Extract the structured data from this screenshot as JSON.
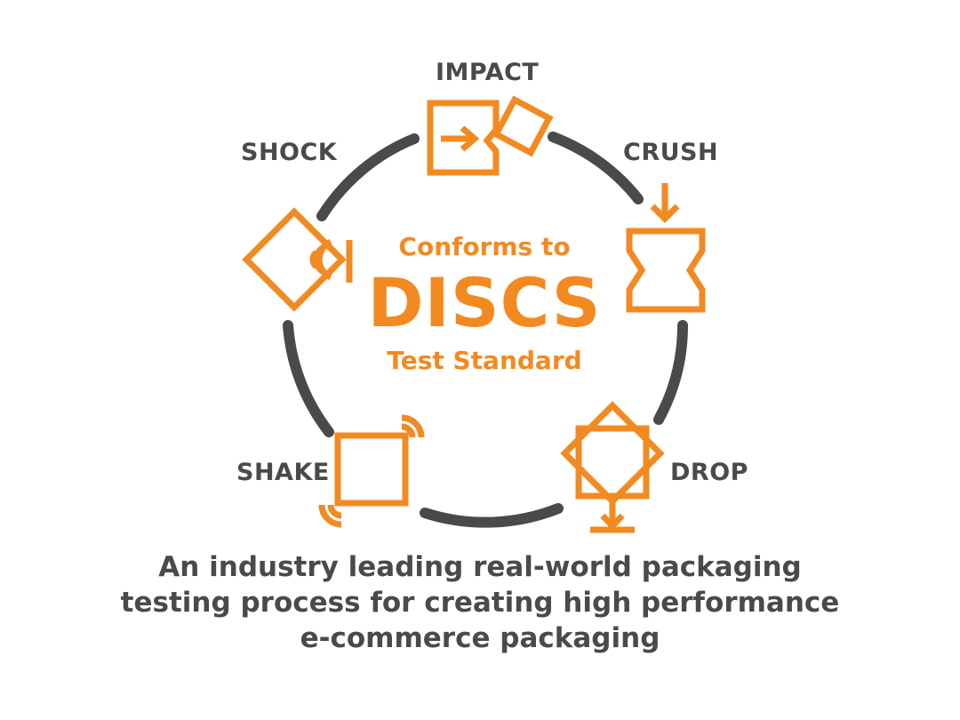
{
  "colors": {
    "accent": "#f28a21",
    "ring": "#4a4a4c",
    "text": "#4a4a4c"
  },
  "stages": {
    "impact": {
      "label": "IMPACT",
      "icon": "impact-icon"
    },
    "crush": {
      "label": "CRUSH",
      "icon": "crush-icon"
    },
    "drop": {
      "label": "DROP",
      "icon": "drop-icon"
    },
    "shake": {
      "label": "SHAKE",
      "icon": "shake-icon"
    },
    "shock": {
      "label": "SHOCK",
      "icon": "shock-icon"
    }
  },
  "center": {
    "pre": "Conforms to",
    "main": "DISCS",
    "post": "Test Standard"
  },
  "tagline": {
    "line1": "An industry leading real-world packaging",
    "line2": "testing process for creating high performance",
    "line3": "e-commerce packaging"
  }
}
